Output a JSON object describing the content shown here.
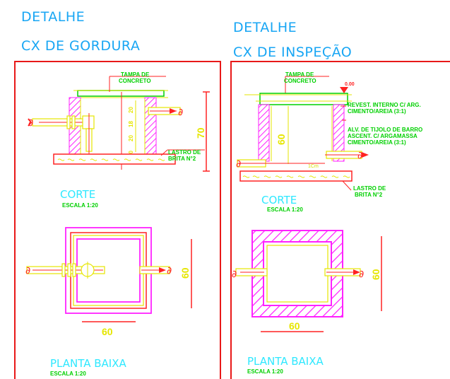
{
  "left": {
    "title_line1": "DETALHE",
    "title_line2": "CX DE GORDURA",
    "corte_label": "CORTE",
    "corte_scale": "ESCALA 1:20",
    "planta_label": "PLANTA BAIXA",
    "planta_scale": "ESCALA 1:20",
    "tampa_label_1": "TAMPA DE",
    "tampa_label_2": "CONCRETO",
    "lastro_label_1": "LASTRO DE",
    "lastro_label_2": "BRITA N°2",
    "dim_height": "70",
    "dim_plan_width": "60",
    "dim_plan_height": "60",
    "wall_dims": [
      "20",
      "18",
      "20",
      "20"
    ]
  },
  "right": {
    "title_line1": "DETALHE",
    "title_line2": "CX DE INSPEÇÃO",
    "corte_label": "CORTE",
    "corte_scale": "ESCALA 1:20",
    "planta_label": "PLANTA BAIXA",
    "planta_scale": "ESCALA 1:20",
    "tampa_label_1": "TAMPA DE",
    "tampa_label_2": "CONCRETO",
    "level_mark": "0.00",
    "revest_1": "REVEST. INTERNO C/ ARG.",
    "revest_2": "CIMENTO/AREIA (3:1)",
    "alv_1": "ALV. DE TIJOLO DE BARRO",
    "alv_2": "ASCENT. C/ ARGAMASSA",
    "alv_3": "CIMENTO/AREIA (3:1)",
    "lastro_label_1": "LASTRO DE",
    "lastro_label_2": "BRITA N°2",
    "dim_height": "60",
    "dim_slope": "1Cm",
    "dim_plan_width": "60",
    "dim_plan_height": "60"
  },
  "colors": {
    "frame": "#e81818",
    "title": "#18a6f4",
    "cyan": "#2ee8ff",
    "magenta": "#ff22ff",
    "yellow": "#e6e600",
    "green": "#00d000",
    "red": "#ff0000"
  }
}
